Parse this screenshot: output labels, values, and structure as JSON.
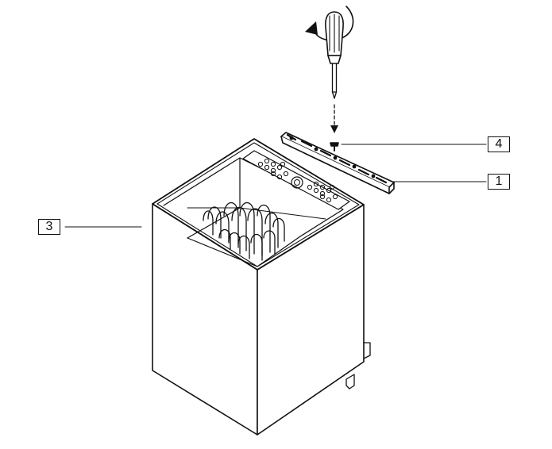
{
  "callouts": {
    "c1": "1",
    "c3": "3",
    "c4": "4"
  },
  "parts": {
    "heater": "sauna-heater-body",
    "panel": "control-panel",
    "bracket": "mounting-bracket",
    "screw": "screw",
    "tool": "screwdriver",
    "rotation": "rotation-arrow"
  },
  "colors": {
    "line": "#111111",
    "background": "#ffffff"
  }
}
